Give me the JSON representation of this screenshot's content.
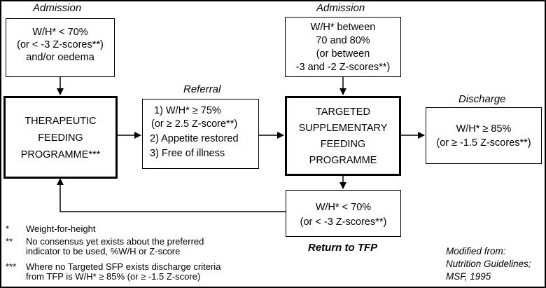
{
  "headings": {
    "admission_left": "Admission",
    "admission_right": "Admission",
    "referral": "Referral",
    "discharge": "Discharge",
    "return": "Return to TFP"
  },
  "boxes": {
    "admission_left": [
      "W/H* < 70%",
      "(or < -3 Z-scores**)",
      "and/or oedema"
    ],
    "therapeutic": [
      "THERAPEUTIC",
      "FEEDING",
      "PROGRAMME***"
    ],
    "referral": [
      "1) W/H* ≥ 75%",
      "(or ≥ 2.5 Z-score**)",
      "2) Appetite restored",
      "3) Free of illness"
    ],
    "admission_right": [
      "W/H* between",
      "70 and 80%",
      "(or between",
      "-3 and -2  Z-scores**)"
    ],
    "targeted": [
      "TARGETED",
      "SUPPLEMENTARY",
      "FEEDING",
      "PROGRAMME"
    ],
    "discharge": [
      "W/H* ≥ 85%",
      "(or ≥ -1.5 Z-scores**)"
    ],
    "return": [
      "W/H* < 70%",
      "(or < -3 Z-scores**)"
    ]
  },
  "footnotes": [
    {
      "mark": "*",
      "lines": [
        "Weight-for-height"
      ]
    },
    {
      "mark": "**",
      "lines": [
        "No consensus yet exists about the preferred",
        "indicator to be used, %W/H or Z-score"
      ]
    },
    {
      "mark": "***",
      "lines": [
        "Where no Targeted SFP exists discharge criteria",
        "from TFP is W/H* ≥ 85% (or ≥ -1.5 Z-score)"
      ]
    }
  ],
  "source": [
    "Modified from:",
    "Nutrition Guidelines;",
    "MSF, 1995"
  ]
}
